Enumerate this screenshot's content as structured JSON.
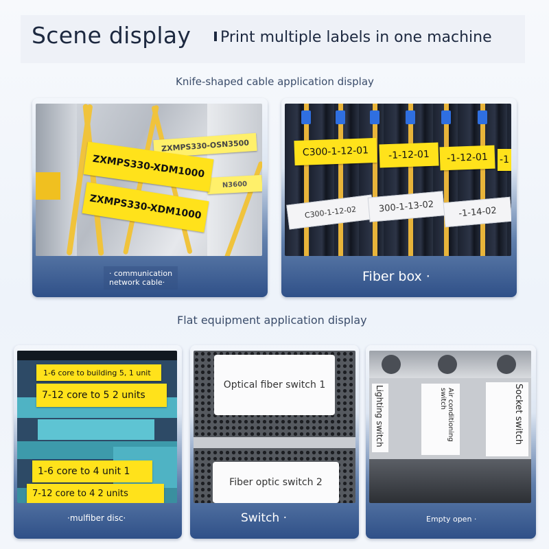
{
  "header": {
    "title": "Scene display",
    "subtitle": "Print multiple labels in one machine"
  },
  "sections": {
    "knife": "Knife-shaped cable application display",
    "flat": "Flat equipment application display"
  },
  "cards": {
    "comm": {
      "label_line1": "· communication",
      "label_line2": "network cable·",
      "tags": [
        "ZXMPS330-XDM1000",
        "ZXMPS330-XDM1000",
        "ZXMPS330-OSN3500",
        "N3600"
      ]
    },
    "fiber": {
      "label": "Fiber box ·",
      "yellow_tags": [
        "C300-1-12-01",
        "-1-12-01",
        "-1-12-01",
        "-1"
      ],
      "white_tags": [
        "C300-1-12-02",
        "300-1-13-02",
        "-1-14-02"
      ]
    },
    "mulfiber": {
      "label": "·mulfiber disc·",
      "tags": [
        "1-6 core to building 5, 1 unit",
        "7-12 core to 5 2 units",
        "1-6 core to 4 unit 1",
        "7-12 core to 4 2 units"
      ]
    },
    "switch": {
      "label": "Switch ·",
      "tags": [
        "Optical fiber switch 1",
        "Fiber optic switch 2"
      ]
    },
    "empty": {
      "label": "Empty open ·",
      "tags": [
        "Lighting switch",
        "Air conditioning switch",
        "Socket switch"
      ]
    }
  },
  "colors": {
    "label_yellow": "#ffe21b",
    "card_blue": "#2f5088",
    "title": "#1d2940"
  }
}
